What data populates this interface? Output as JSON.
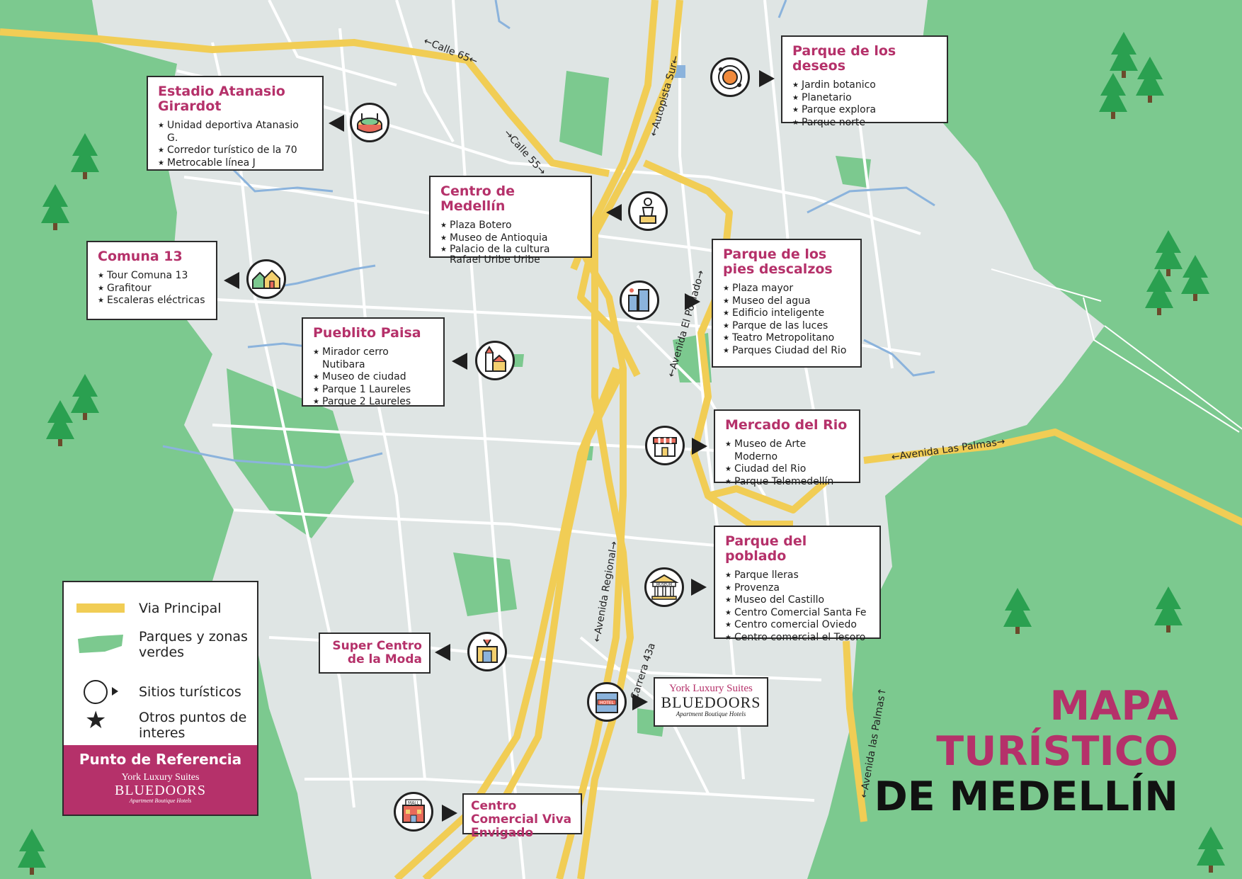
{
  "title": {
    "line1": "MAPA",
    "line2": "TURÍSTICO",
    "line3": "DE MEDELLÍN"
  },
  "colors": {
    "accent": "#b5316a",
    "roads_main": "#f1cd55",
    "parks": "#7cc98f",
    "land": "#dfe5e4",
    "streets": "#ffffff",
    "water": "#8bb3dc"
  },
  "roads": {
    "calle65": "←Calle 65←",
    "calle55": "→Calle 55→",
    "autopista_sur": "←Autopista Sur←",
    "avenida_el_poblado": "←Avenida El Poblado→",
    "avenida_regional": "←Avenida Regional→",
    "carrera_43a": "Carrera 43a",
    "avenida_las_palmas_east": "←Avenida Las Palmas→",
    "avenida_las_palmas_south": "←Avenida las Palmas↑"
  },
  "places": [
    {
      "id": "estadio",
      "title": "Estadio Atanasio Girardot",
      "icon": "stadium-icon",
      "items": [
        "Unidad deportiva Atanasio G.",
        "Corredor turístico de la 70",
        "Metrocable línea J"
      ]
    },
    {
      "id": "deseos",
      "title": "Parque de los deseos",
      "icon": "planet-icon",
      "items": [
        "Jardin botanico",
        "Planetario",
        "Parque explora",
        "Parque norte"
      ]
    },
    {
      "id": "centro",
      "title": "Centro de Medellín",
      "icon": "statue-icon",
      "items": [
        "Plaza Botero",
        "Museo de Antioquia",
        "Palacio de la cultura Rafael Uribe Uribe"
      ]
    },
    {
      "id": "comuna13",
      "title": "Comuna 13",
      "icon": "houses-icon",
      "items": [
        "Tour Comuna 13",
        "Grafitour",
        "Escaleras eléctricas"
      ]
    },
    {
      "id": "pies",
      "title": "Parque de los pies descalzos",
      "icon": "buildings-icon",
      "items": [
        "Plaza mayor",
        "Museo del agua",
        "Edificio inteligente",
        "Parque de las luces",
        "Teatro Metropolitano",
        "Parques Ciudad del Rio"
      ]
    },
    {
      "id": "pueblito",
      "title": "Pueblito Paisa",
      "icon": "church-icon",
      "items": [
        "Mirador cerro Nutibara",
        "Museo de ciudad",
        "Parque 1 Laureles",
        "Parque 2 Laureles"
      ]
    },
    {
      "id": "mercado",
      "title": "Mercado del Rio",
      "icon": "market-icon",
      "items": [
        "Museo de Arte Moderno",
        "Ciudad del Rio",
        "Parque Telemedellín"
      ]
    },
    {
      "id": "poblado",
      "title": "Parque del poblado",
      "icon": "museum-icon",
      "items": [
        "Parque lleras",
        "Provenza",
        "Museo del Castillo",
        "Centro Comercial Santa Fe",
        "Centro comercial Oviedo",
        "Centro comercial el Tesoro"
      ]
    },
    {
      "id": "moda",
      "title": "Super Centro de la Moda",
      "icon": "shop-icon",
      "items": []
    },
    {
      "id": "viva",
      "title": "Centro Comercial Viva Envigado",
      "icon": "mall-icon",
      "items": []
    }
  ],
  "icon_labels": {
    "museum": "MUSEUM",
    "hotel": "HOTEL",
    "mall": "MALL"
  },
  "hotel": {
    "top": "York Luxury Suites",
    "main": "BLUEDOORS",
    "sub": "Apartment Boutique Hotels"
  },
  "legend": {
    "via_principal": "Via Principal",
    "parques": "Parques y zonas verdes",
    "sitios": "Sitios turísticos",
    "otros": "Otros puntos de interes",
    "referencia": "Punto de Referencia"
  }
}
